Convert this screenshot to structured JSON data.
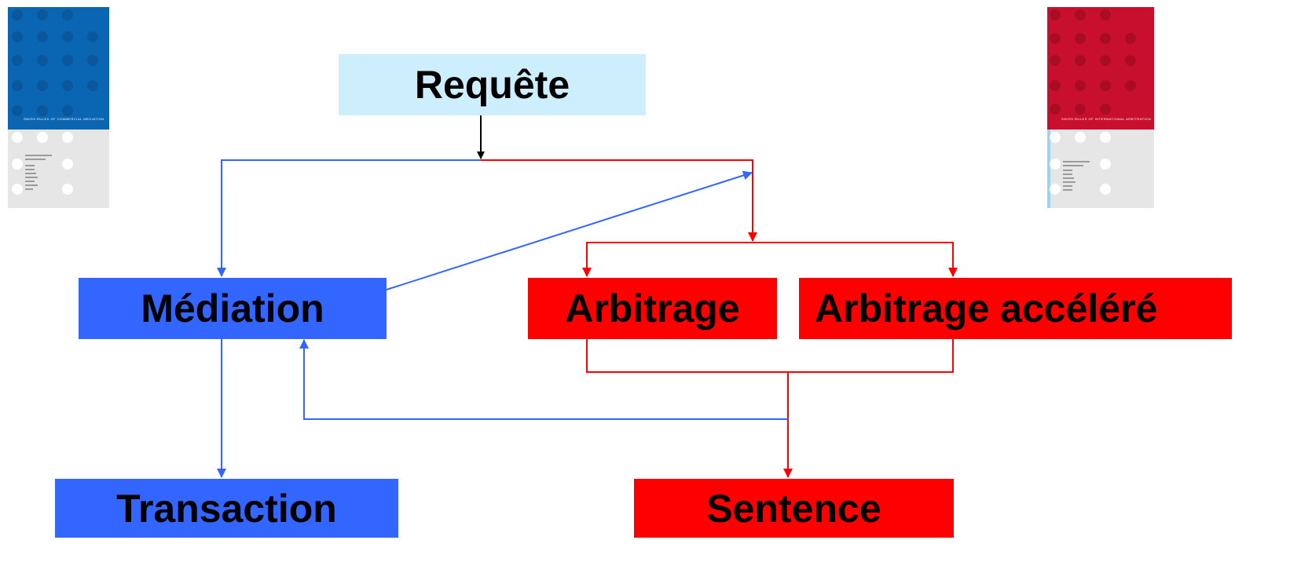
{
  "colors": {
    "request_fill": "#cdeefd",
    "mediation_fill": "#3366ff",
    "arbitration_fill": "#ff0000",
    "mediation_line": "#3366ff",
    "arbitration_line": "#ff0000",
    "neutral_line": "#000000"
  },
  "nodes": {
    "request": "Requête",
    "mediation": "Médiation",
    "arbitration": "Arbitrage",
    "expedited_arbitration": "Arbitrage accéléré",
    "settlement": "Transaction",
    "award": "Sentence"
  },
  "covers": {
    "mediation_rules": {
      "title": "SWISS RULES OF COMMERCIAL MEDIATION",
      "color": "#0a66b2"
    },
    "arbitration_rules": {
      "title": "SWISS RULES OF INTERNATIONAL ARBITRATION",
      "color": "#c8102e"
    }
  }
}
